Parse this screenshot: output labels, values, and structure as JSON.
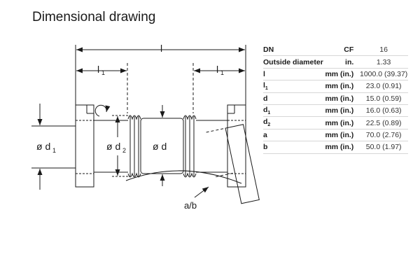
{
  "title": "Dimensional drawing",
  "drawing": {
    "label_l": "l",
    "label_l1_left": "l",
    "label_l1_left_sub": "1",
    "label_l1_right": "l",
    "label_l1_right_sub": "1",
    "label_d1": "ø d",
    "label_d1_sub": "1",
    "label_d2": "ø d",
    "label_d2_sub": "2",
    "label_d": "ø d",
    "label_ab": "a/b"
  },
  "table": {
    "header": {
      "param": "DN",
      "unit": "CF",
      "value": "16"
    },
    "rows": [
      {
        "param": "Outside diameter",
        "sub": "",
        "unit": "in.",
        "value": "1.33"
      },
      {
        "param": "l",
        "sub": "",
        "unit": "mm (in.)",
        "value": "1000.0 (39.37)"
      },
      {
        "param": "l",
        "sub": "1",
        "unit": "mm (in.)",
        "value": "23.0 (0.91)"
      },
      {
        "param": "d",
        "sub": "",
        "unit": "mm (in.)",
        "value": "15.0 (0.59)"
      },
      {
        "param": "d",
        "sub": "1",
        "unit": "mm (in.)",
        "value": "16.0 (0.63)"
      },
      {
        "param": "d",
        "sub": "2",
        "unit": "mm (in.)",
        "value": "22.5 (0.89)"
      },
      {
        "param": "a",
        "sub": "",
        "unit": "mm (in.)",
        "value": "70.0 (2.76)"
      },
      {
        "param": "b",
        "sub": "",
        "unit": "mm (in.)",
        "value": "50.0 (1.97)"
      }
    ]
  }
}
